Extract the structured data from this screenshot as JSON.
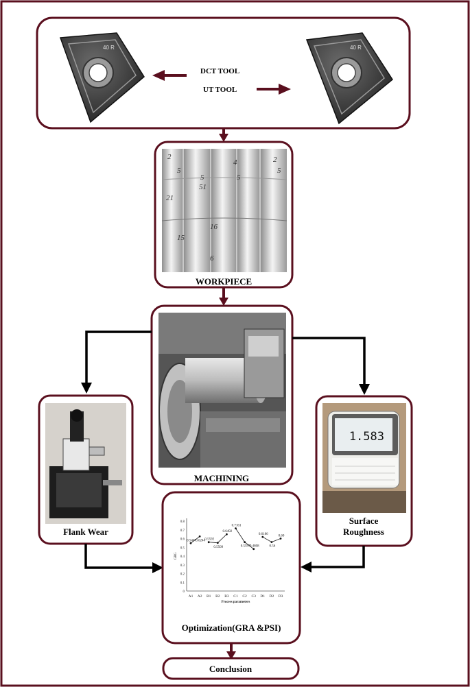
{
  "colors": {
    "frame": "#5a0f1e",
    "arrow_red": "#5a0f1e",
    "arrow_black": "#000000",
    "photo_gray": "#a8a8a8"
  },
  "tools": {
    "dct_label": "DCT TOOL",
    "ut_label": "UT TOOL",
    "insert_marking": "40 R"
  },
  "workpiece": {
    "label": "WORKPIECE",
    "markings": [
      "2",
      "5",
      "21",
      "5",
      "51",
      "4",
      "5",
      "16",
      "6",
      "15",
      "2",
      "5"
    ]
  },
  "machining": {
    "label": "MACHINING"
  },
  "flank_wear": {
    "label": "Flank Wear"
  },
  "surface_roughness": {
    "label_line1": "Surface",
    "label_line2": "Roughness",
    "display_value": "1.583"
  },
  "optimization": {
    "label": "Optimization(GRA &PSI)"
  },
  "conclusion": {
    "label": "Conclusion"
  },
  "chart_data": {
    "type": "line",
    "title": "",
    "xlabel": "Process parameters",
    "ylabel": "GRG",
    "ylim": [
      0,
      0.8
    ],
    "yticks": [
      "0",
      "0.1",
      "0.2",
      "0.3",
      "0.4",
      "0.5",
      "0.6",
      "0.7",
      "0.8"
    ],
    "categories": [
      "A1",
      "A2",
      "B1",
      "B2",
      "B3",
      "C1",
      "C2",
      "C3",
      "D1",
      "D2",
      "D3"
    ],
    "series": [
      {
        "group": "A",
        "x": [
          "A1",
          "A2"
        ],
        "values": [
          0.5467,
          0.6244
        ],
        "labels": [
          "0.5467",
          "0.6244"
        ]
      },
      {
        "group": "B",
        "x": [
          "B1",
          "B2",
          "B3"
        ],
        "values": [
          0.5592,
          0.5509,
          0.6492
        ],
        "labels": [
          "0.5592",
          "0.5509",
          "0.6492"
        ]
      },
      {
        "group": "C",
        "x": [
          "C1",
          "C2",
          "C3"
        ],
        "values": [
          0.7161,
          0.5597,
          0.4808
        ],
        "labels": [
          "0.7161",
          "0.5597",
          "0.4808"
        ]
      },
      {
        "group": "D",
        "x": [
          "D1",
          "D2",
          "D3"
        ],
        "values": [
          0.6186,
          0.56,
          0.6
        ],
        "labels": [
          "0.6186",
          "0.56",
          "0.60"
        ]
      }
    ]
  }
}
